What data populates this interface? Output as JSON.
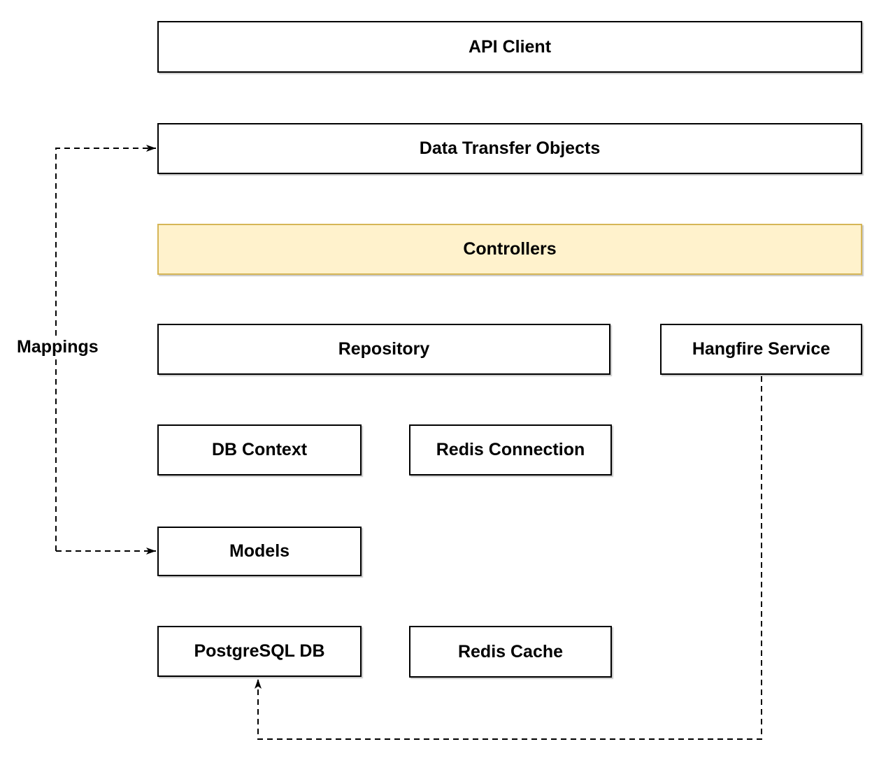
{
  "nodes": {
    "api_client": "API Client",
    "data_transfer_objects": "Data Transfer Objects",
    "controllers": "Controllers",
    "repository": "Repository",
    "hangfire_service": "Hangfire Service",
    "db_context": "DB Context",
    "redis_connection": "Redis Connection",
    "models": "Models",
    "postgresql_db": "PostgreSQL DB",
    "redis_cache": "Redis Cache"
  },
  "labels": {
    "mappings": "Mappings"
  },
  "edges": [
    {
      "from": "Mappings",
      "to": "Data Transfer Objects",
      "style": "dashed-arrow"
    },
    {
      "from": "Mappings",
      "to": "Models",
      "style": "dashed-arrow"
    },
    {
      "from": "Hangfire Service",
      "to": "PostgreSQL DB",
      "style": "dashed-arrow"
    }
  ],
  "colors": {
    "background": "#FFFFFF",
    "box_fill": "#FFFFFF",
    "box_border": "#000000",
    "highlight_fill": "#FFF2CC",
    "highlight_border": "#D6B656",
    "connector": "#000000",
    "text": "#000000"
  }
}
